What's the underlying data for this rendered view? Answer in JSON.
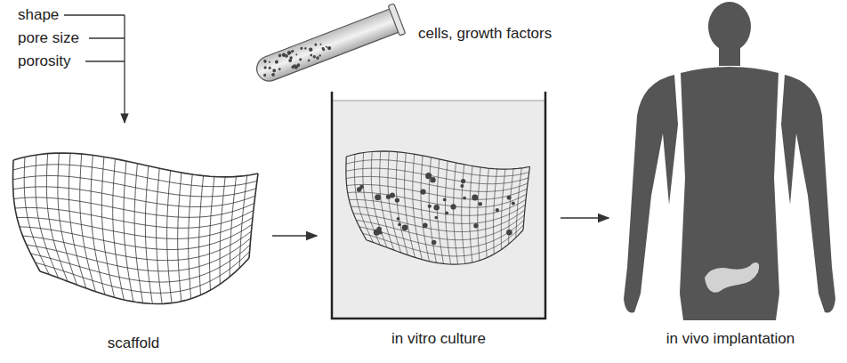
{
  "diagram": {
    "nodes": [
      {
        "text": [
          "scaffold"
        ]
      },
      {
        "text": [
          "in vitro culture"
        ]
      },
      {
        "text": [
          "in vivo implantation"
        ]
      }
    ],
    "edges": [
      {
        "from": 0,
        "to": 1,
        "arrow": "to"
      },
      {
        "from": 1,
        "to": 2,
        "arrow": "to"
      }
    ],
    "labels": [
      "shape",
      "pore size",
      "porosity",
      "cells, growth factors"
    ]
  }
}
